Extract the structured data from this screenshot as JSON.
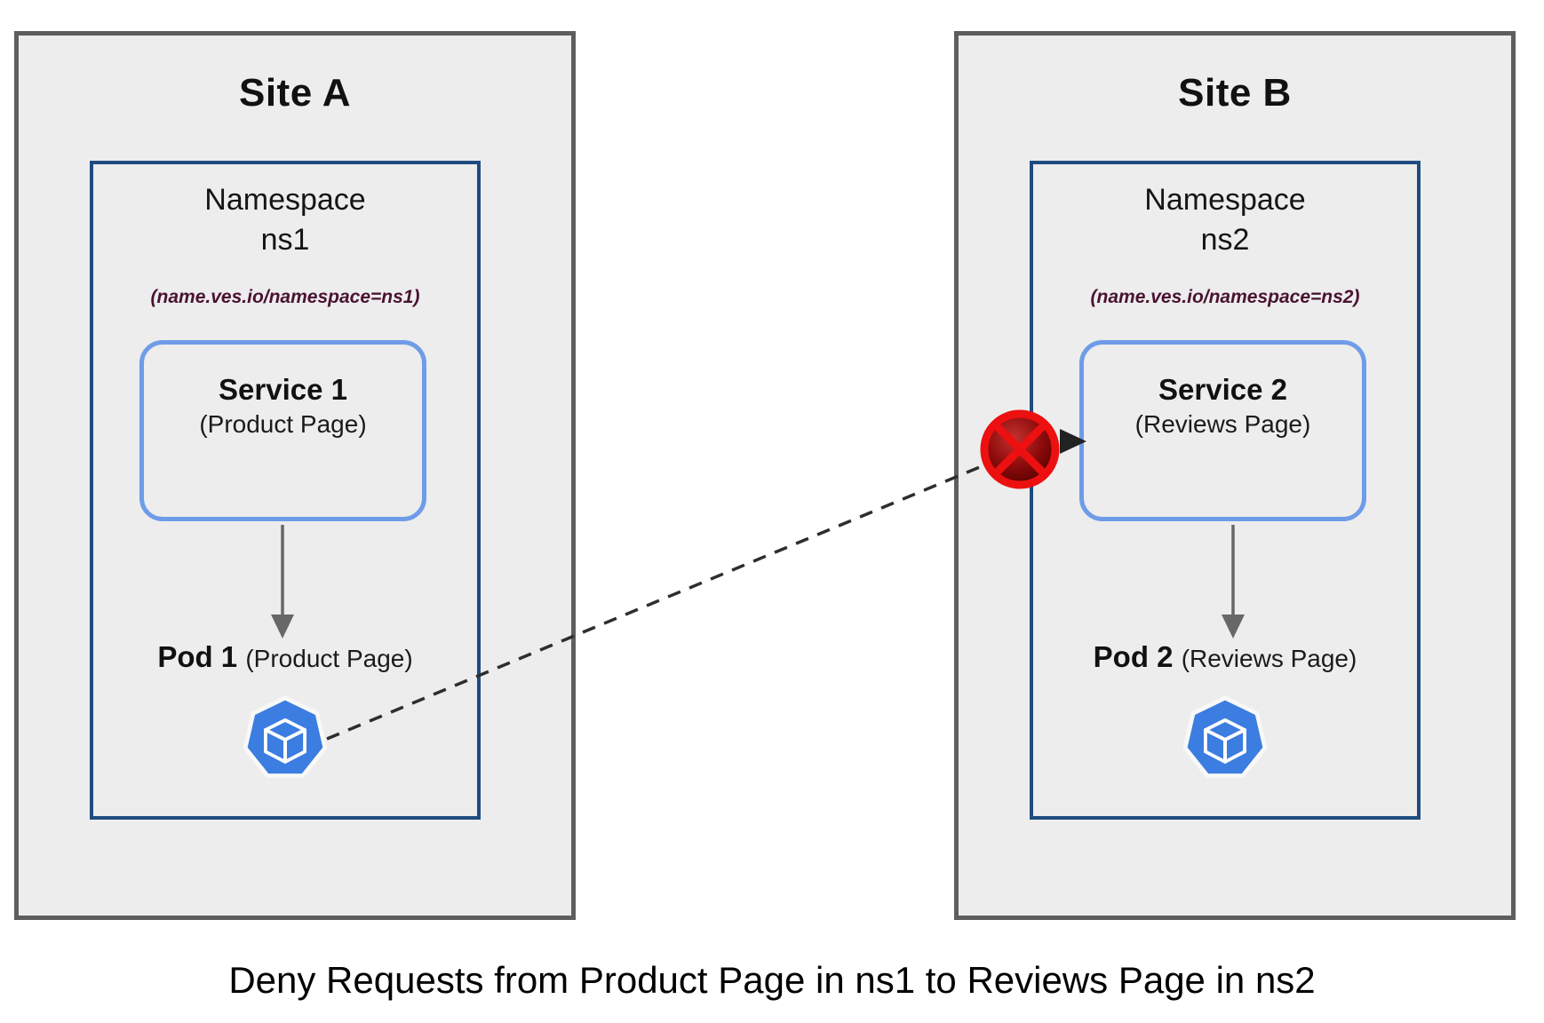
{
  "caption": "Deny Requests from Product Page in ns1 to Reviews Page in ns2",
  "sites": [
    {
      "title": "Site A",
      "namespace": {
        "title_line1": "Namespace",
        "title_line2": "ns1",
        "label": "(name.ves.io/namespace=ns1)",
        "service": {
          "name": "Service 1",
          "sub": "(Product Page)"
        },
        "pod": {
          "name": "Pod 1",
          "sub": "(Product Page)",
          "icon": "kubernetes-pod-icon"
        }
      }
    },
    {
      "title": "Site B",
      "namespace": {
        "title_line1": "Namespace",
        "title_line2": "ns2",
        "label": "(name.ves.io/namespace=ns2)",
        "service": {
          "name": "Service 2",
          "sub": "(Reviews Page)"
        },
        "pod": {
          "name": "Pod 2",
          "sub": "(Reviews Page)",
          "icon": "kubernetes-pod-icon"
        }
      }
    }
  ],
  "connection": {
    "type": "deny",
    "style": "dashed-arrow",
    "icon": "deny-icon",
    "from": "Pod 1 (Product Page)",
    "to": "Service 2 (Reviews Page)"
  },
  "colors": {
    "site_fill": "#ededed",
    "site_border": "#5e5e5e",
    "namespace_border": "#1e4c80",
    "service_border": "#6f9ce8",
    "pod_icon_blue": "#3b7de0",
    "namespace_label_maroon": "#4a1331",
    "deny_red": "#ec1010",
    "deny_fill_dark": "#550000",
    "arrow_gray": "#676767",
    "dashed_line": "#2e2e2e"
  }
}
